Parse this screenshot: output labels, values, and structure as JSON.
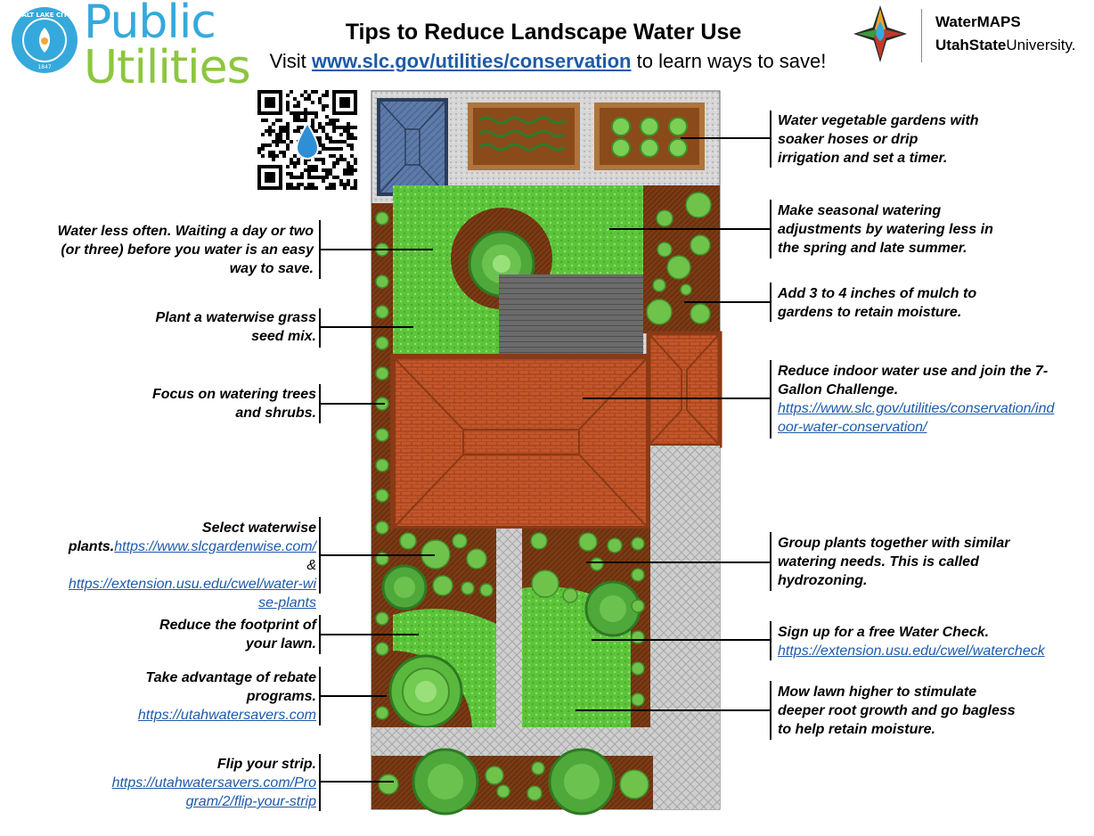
{
  "header": {
    "city_seal_text": [
      "SALT LAKE CITY",
      "1847"
    ],
    "brand_line1": "Public",
    "brand_line2": "Utilities",
    "title": "Tips to Reduce Landscape Water Use",
    "subtitle_prefix": "Visit ",
    "subtitle_link": "www.slc.gov/utilities/conservation",
    "subtitle_suffix": " to learn ways to save!",
    "partner_1": "WaterMAPS",
    "partner_2_bold": "UtahState",
    "partner_2_rest": "University."
  },
  "tips_left": [
    {
      "text": "Water less often. Waiting a day or two (or three) before you water is an easy way to save."
    },
    {
      "text": "Plant a waterwise grass seed mix."
    },
    {
      "text": "Focus on watering trees and shrubs."
    },
    {
      "text": "Select waterwise plants.",
      "link1": "https://www.slcgardenwise.com/",
      "amp": " &",
      "link2": "https://extension.usu.edu/cwel/water-wise-plants"
    },
    {
      "text": "Reduce the footprint of your lawn."
    },
    {
      "text": "Take advantage of rebate programs.",
      "link1": "https://utahwatersavers.com"
    },
    {
      "text": "Flip your strip.",
      "link1": "https://utahwatersavers.com/Program/2/flip-your-strip"
    }
  ],
  "tips_right": [
    {
      "text": "Water vegetable gardens with soaker hoses or drip irrigation and set a timer."
    },
    {
      "text": "Make seasonal watering adjustments by watering less in the spring and late summer."
    },
    {
      "text": "Add 3 to 4 inches of mulch to gardens to retain moisture."
    },
    {
      "text": "Reduce indoor water use and join the 7-Gallon Challenge.",
      "link1": "https://www.slc.gov/utilities/conservation/indoor-water-conservation/"
    },
    {
      "text": "Group plants together with similar watering needs. This is called hydrozoning."
    },
    {
      "text": "Sign up for a free Water Check.",
      "link1": "https://extension.usu.edu/cwel/watercheck"
    },
    {
      "text": "Mow lawn higher to stimulate deeper root growth and go bagless to help retain moisture."
    }
  ],
  "colors": {
    "lawn": "#5cc43a",
    "mulch": "#7a3a14",
    "roof": "#c4562a",
    "gravel": "#cfcfcf",
    "deck": "#6b6b6b",
    "shrub": "#6fc24a",
    "tree": "#3f8f2a",
    "link": "#1f5aa8",
    "brand_blue": "#35a9dc",
    "brand_green": "#8dc63f"
  },
  "icons": [
    "city-seal-icon",
    "qr-code-icon",
    "water-drop-icon",
    "watermaps-compass-icon"
  ]
}
